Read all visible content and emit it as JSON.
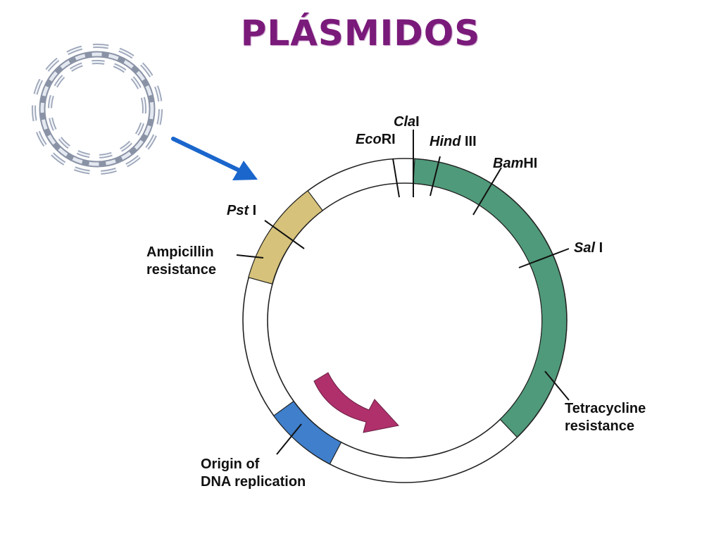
{
  "title": "PLÁSMIDOS",
  "colors": {
    "title": "#7a1a7a",
    "ampicillin": "#d6c27a",
    "tetracycline": "#4f9a7a",
    "origin": "#3f7fcc",
    "arrow_blue": "#1a66cc",
    "arrow_magenta": "#b0306b",
    "ring_outline": "#222222"
  },
  "sites": {
    "cla": {
      "italic": "Cla",
      "normal": "I"
    },
    "eco": {
      "italic": "Eco",
      "normal": "RI"
    },
    "hind": {
      "italic": "Hind",
      "normal": " III"
    },
    "bam": {
      "italic": "Bam",
      "normal": "HI"
    },
    "sal": {
      "italic": "Sal",
      "normal": " I"
    },
    "pst": {
      "italic": "Pst",
      "normal": " I"
    }
  },
  "regions": {
    "ampicillin": {
      "line1": "Ampicillin",
      "line2": "resistance"
    },
    "tetracycline": {
      "line1": "Tetracycline",
      "line2": "resistance"
    },
    "origin": {
      "line1": "Origin of",
      "line2": "DNA replication"
    }
  }
}
